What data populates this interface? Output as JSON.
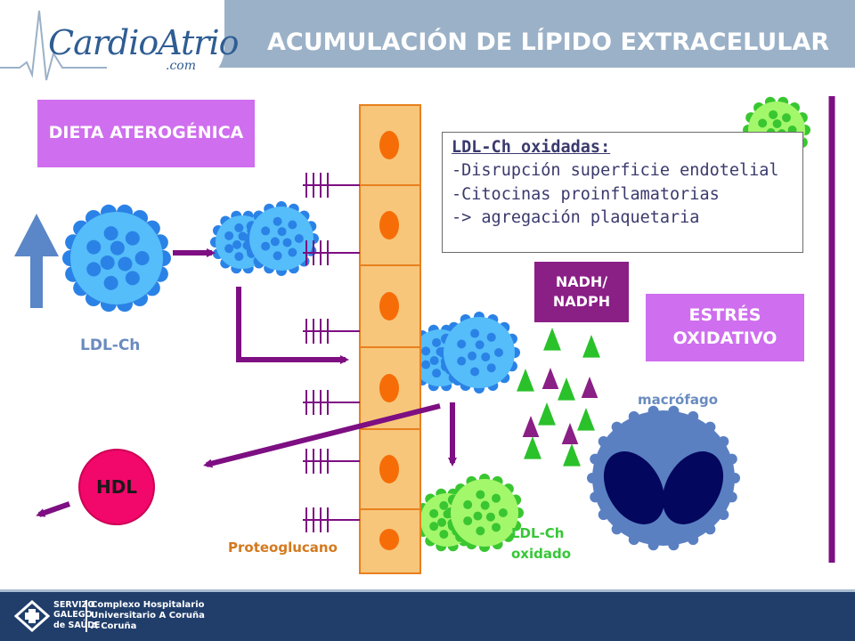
{
  "header": {
    "logo_text": "CardioAtrio",
    "logo_sub": ".com",
    "title": "ACUMULACIÓN DE LÍPIDO EXTRACELULAR"
  },
  "boxes": {
    "diet": "DIETA ATEROGÉNICA",
    "stress": "ESTRÉS OXIDATIVO",
    "nadh": "NADH/ NADPH"
  },
  "info": {
    "title": "LDL-Ch oxidadas:",
    "items": [
      "-Disrupción superficie endotelial",
      "-Citocinas proinflamatorias",
      "-> agregación plaquetaria"
    ]
  },
  "labels": {
    "ldl": "LDL-Ch",
    "macrophage": "macrófago",
    "proteoglycan": "Proteoglucano",
    "ldl_ox_line1": "LDL-Ch",
    "ldl_ox_line2": "oxidado",
    "hdl": "HDL"
  },
  "footer": {
    "sergas_line1": "SERVIZO",
    "sergas_line2": "GALEGO",
    "sergas_line3": "de SAÚDE",
    "hosp_line1": "Complexo Hospitalario",
    "hosp_line2": "Universitario A Coruña",
    "hosp_line3": "A Coruña"
  },
  "colors": {
    "ldl": "#55bdfa",
    "ldl_dots": "#2a82e6",
    "ldl_ox": "#a3f76b",
    "ldl_ox_dots": "#39c631",
    "cell": "#f7c67a",
    "cell_border": "#e8801e",
    "nucleus": "#f66d08",
    "arrow": "#7d0f82",
    "up_arrow": "#5b86c7",
    "triangle_green": "#2ac12a",
    "triangle_purple": "#8a1f86",
    "macrophage": "#5a80c2",
    "macrophage_nucleus": "#04075e",
    "hdl": "#f2076a"
  }
}
